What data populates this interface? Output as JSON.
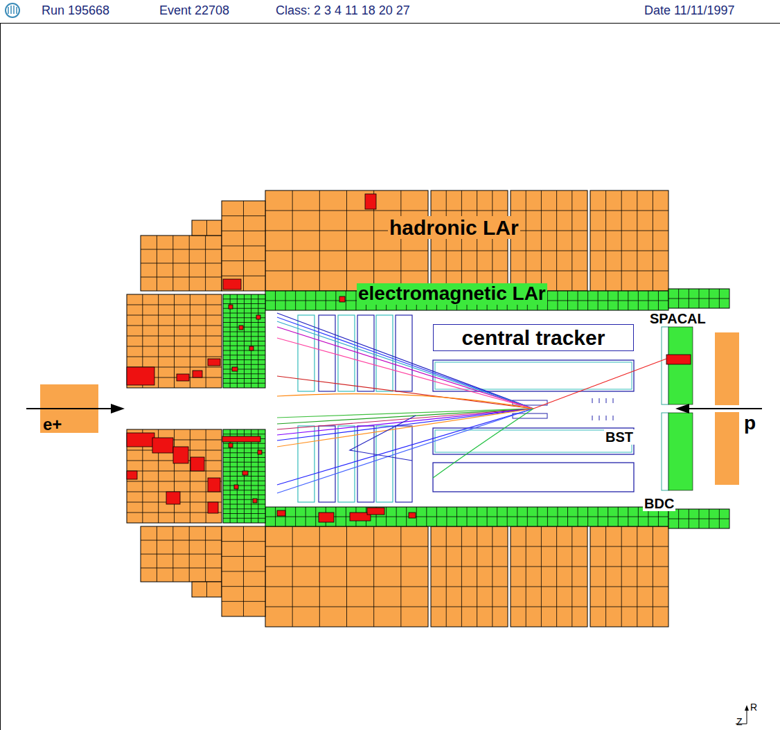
{
  "diagram": {
    "nodes": [
      {
        "text": [
          "central tracker"
        ]
      },
      {
        "text": [
          "e+"
        ]
      }
    ],
    "labels": [
      "Run 195668",
      "Event 22708",
      "Class: 2 3 4 11 18 20 27",
      "Date 11/11/1997",
      "hadronic LAr",
      "electromagnetic LAr",
      "SPACAL",
      "BST",
      "BDC",
      "p",
      "R",
      "Z"
    ]
  }
}
